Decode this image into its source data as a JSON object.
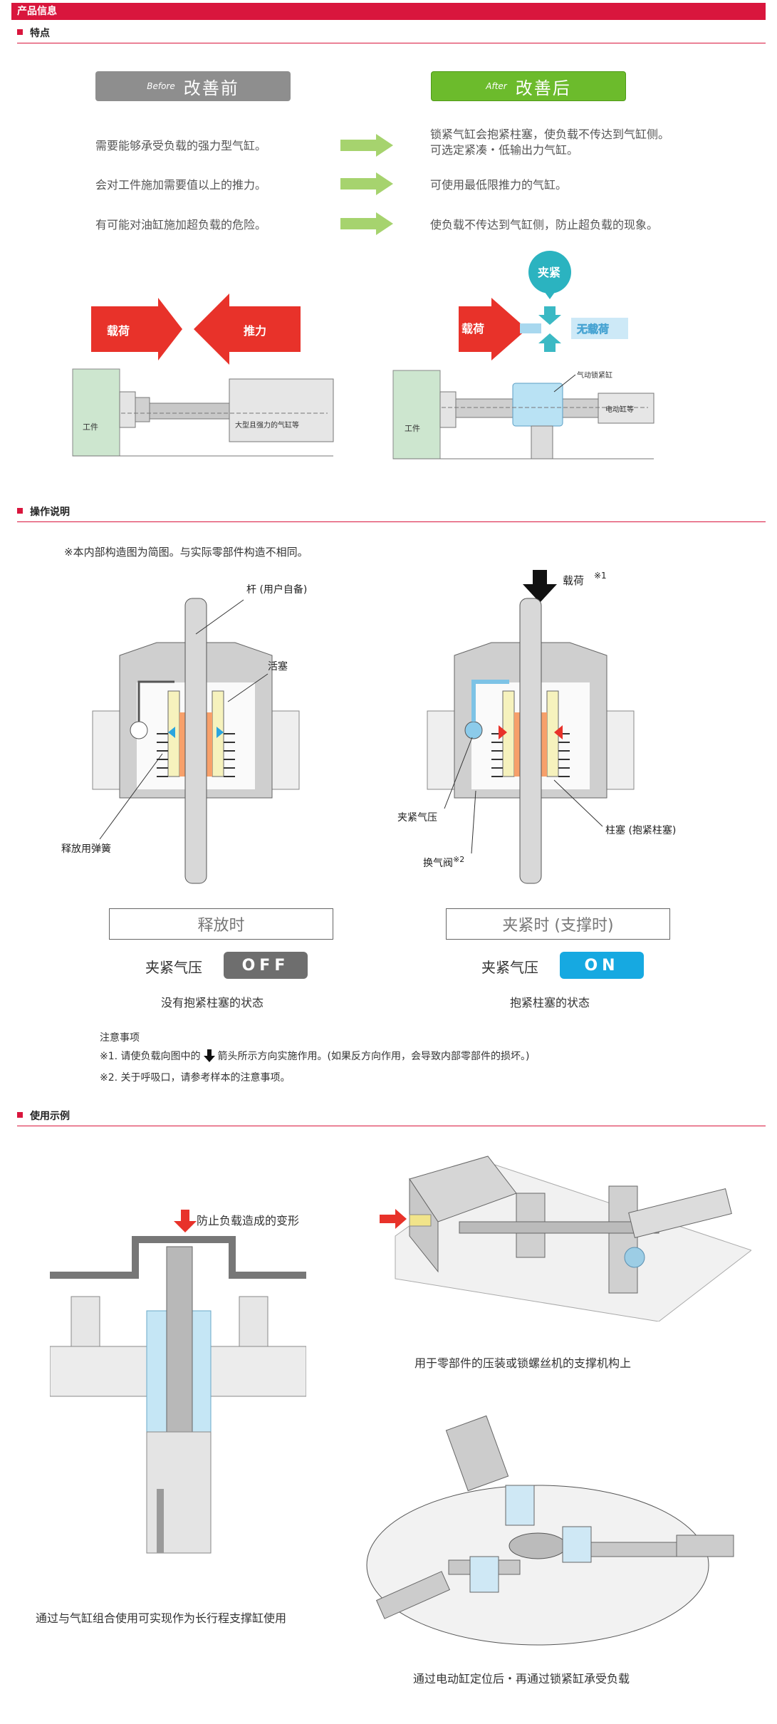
{
  "header": {
    "title": "产品信息"
  },
  "features": {
    "heading": "特点",
    "before": {
      "tag": "Before",
      "label": "改善前"
    },
    "after": {
      "tag": "After",
      "label": "改善后"
    },
    "rows": [
      {
        "before": "需要能够承受负载的强力型气缸。",
        "after": "锁紧气缸会抱紧柱塞，使负载不传达到气缸侧。\n可选定紧凑・低输出力气缸。"
      },
      {
        "before": "会对工件施加需要值以上的推力。",
        "after": "可使用最低限推力的气缸。"
      },
      {
        "before": "有可能对油缸施加超负载的危险。",
        "after": "使负载不传达到气缸侧，防止超负载的现象。"
      }
    ],
    "left_diagram": {
      "load": "载荷",
      "thrust": "推力",
      "work": "工件",
      "cylinder": "大型且强力的气缸等"
    },
    "right_diagram": {
      "clamp": "夹紧",
      "load": "载荷",
      "no_load": "无载荷",
      "lock": "气动锁紧缸",
      "work": "工件",
      "cylinder": "电动缸等"
    }
  },
  "operation": {
    "heading": "操作说明",
    "note": "※本内部构造图为简图。与实际零部件构造不相同。",
    "left": {
      "rod": "杆\n(用户自备)",
      "piston": "活塞",
      "spring": "释放用弹簧",
      "state": "释放时",
      "pressure": "夹紧气压",
      "badge": "OFF",
      "desc": "没有抱紧柱塞的状态"
    },
    "right": {
      "load": "载荷",
      "load_mark": "※1",
      "pressure_label": "夹紧气压",
      "valve": "换气阀",
      "valve_mark": "※2",
      "plunger": "柱塞\n(抱紧柱塞)",
      "state": "夹紧时 (支撑时)",
      "pressure": "夹紧气压",
      "badge": "ON",
      "desc": "抱紧柱塞的状态"
    },
    "cautions_title": "注意事项",
    "caution1_a": "※1. 请使负载向图中的",
    "caution1_b": "箭头所示方向实施作用。(如果反方向作用，会导致内部零部件的损坏。)",
    "caution2": "※2. 关于呼吸口，请参考样本的注意事项。"
  },
  "examples": {
    "heading": "使用示例",
    "ex1_label": "防止负载造成的变形",
    "ex1_caption": "通过与气缸组合使用可实现作为长行程支撑缸使用",
    "ex2_caption": "用于零部件的压装或锁螺丝机的支撑机构上",
    "ex3_caption": "通过电动缸定位后・再通过锁紧缸承受负载"
  },
  "colors": {
    "brand": "#d9163d",
    "before": "#8e8e8e",
    "after": "#6cbb2c",
    "arrow_green": "#a6d36e",
    "load_red": "#e8322a",
    "clamp_teal": "#2bb3c0",
    "on_blue": "#16a9e1",
    "off_gray": "#6e6e6e"
  }
}
